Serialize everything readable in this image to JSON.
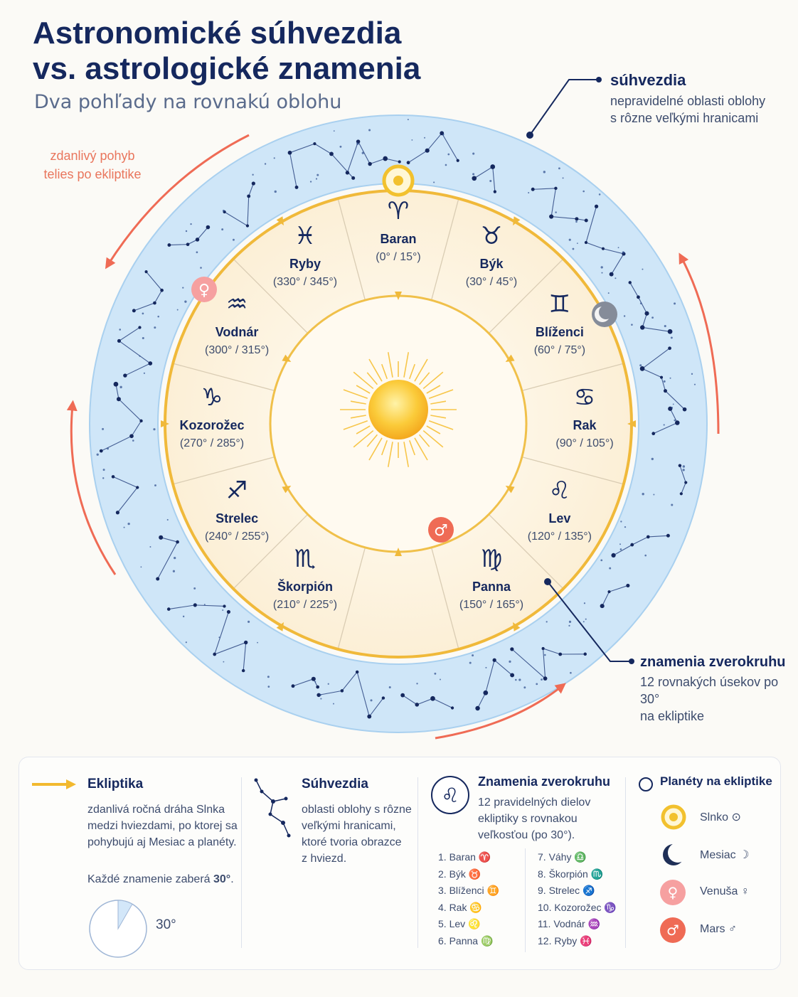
{
  "header": {
    "title_line1": "Astronomické súhvezdia",
    "title_line2": "vs. astrologické znamenia",
    "subtitle": "Dva pohľady na rovnakú oblohu"
  },
  "annotations": {
    "constellations_title": "súhvezdia",
    "constellations_line1": "nepravidelné oblasti oblohy",
    "constellations_line2": "s rôzne veľkými hranicami",
    "zodiac_title": "znamenia zverokruhu",
    "zodiac_line1": "12 rovnakých úsekov po 30°",
    "zodiac_line2": "na ekliptike",
    "motion_line1": "zdanlivý pohyb",
    "motion_line2": "telies po ekliptike"
  },
  "signs": [
    {
      "name": "Baran",
      "symbol": "♈",
      "range": "(0° / 15°)"
    },
    {
      "name": "Býk",
      "symbol": "♉",
      "range": "(30° / 45°)"
    },
    {
      "name": "Blíženci",
      "symbol": "♊",
      "range": "(60° / 75°)"
    },
    {
      "name": "Rak",
      "symbol": "♋",
      "range": "(90° / 105°)"
    },
    {
      "name": "Lev",
      "symbol": "♌",
      "range": "(120° / 135°)"
    },
    {
      "name": "Panna",
      "symbol": "♍",
      "range": "(150° / 165°)"
    },
    {
      "name": "Škorpión",
      "symbol": "♏",
      "range": "(210° / 225°)"
    },
    {
      "name": "Strelec",
      "symbol": "♐",
      "range": "(240° / 255°)"
    },
    {
      "name": "Kozorožec",
      "symbol": "♑",
      "range": "(270° / 285°)"
    },
    {
      "name": "Vodnár",
      "symbol": "♒",
      "range": "(300° / 315°)"
    },
    {
      "name": "Ryby",
      "symbol": "♓",
      "range": "(330° / 345°)"
    }
  ],
  "legend": {
    "ecliptic": {
      "title": "Ekliptika",
      "text": [
        "zdanlivá ročná dráha Slnka",
        "medzi hviezdami, po ktorej sa",
        "pohybujú aj Mesiac a planéty."
      ],
      "note_prefix": "Každé znamenie zaberá ",
      "note_value": "30°",
      "note_suffix": ".",
      "pie_label": "30°",
      "pie_fraction": 0.0833
    },
    "constellations": {
      "title": "Súhvezdia",
      "text": [
        "oblasti oblohy s rôzne",
        "veľkými hranicami,",
        "ktoré tvoria obrazce",
        "z hviezd."
      ]
    },
    "zodiac": {
      "title": "Znamenia zverokruhu",
      "text": [
        "12 pravidelných dielov",
        "ekliptiky s rovnakou",
        "veľkosťou (po 30°)."
      ],
      "list_left": [
        "1.  Baran  ♈",
        "2.  Býk  ♉",
        "3.  Blíženci  ♊",
        "4.  Rak  ♋",
        "5.  Lev  ♌",
        "6.  Panna  ♍"
      ],
      "list_right": [
        "7.  Váhy  ♎",
        "8.  Škorpión  ♏",
        "9.  Strelec  ♐",
        "10.  Kozorožec  ♑",
        "11.  Vodnár  ♒",
        "12.  Ryby  ♓"
      ]
    },
    "planets": {
      "title": "Planéty na ekliptike",
      "items": [
        {
          "label": "Slnko  ⊙",
          "symbol": "⊙",
          "color": "#f2c12e"
        },
        {
          "label": "Mesiac  ☽",
          "symbol": "☽",
          "color": "#6c7486"
        },
        {
          "label": "Venuša  ♀",
          "symbol": "♀",
          "color": "#f28a8a"
        },
        {
          "label": "Mars  ♂",
          "symbol": "♂",
          "color": "#ef6b55"
        }
      ]
    }
  },
  "colors": {
    "navy": "#15285e",
    "sky_band": "#cfe6f8",
    "gold": "#f0b93a",
    "cream": "#fdf4e3",
    "coral": "#ef6b55"
  }
}
